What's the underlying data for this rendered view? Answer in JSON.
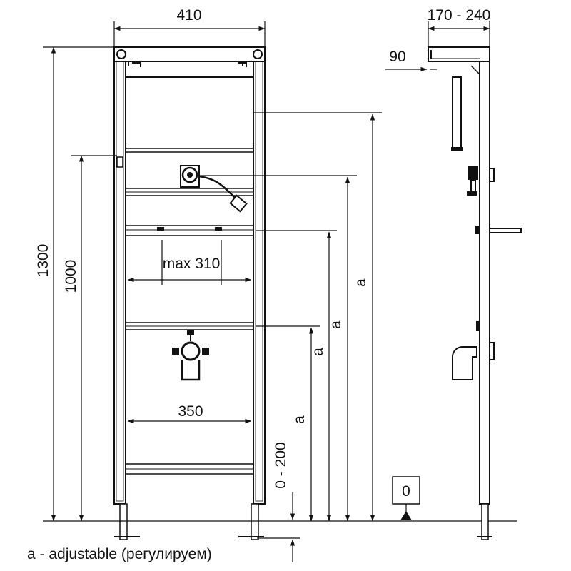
{
  "labels": {
    "frame_width": "410",
    "depth_range": "170 - 240",
    "depth_min": "90",
    "height_total": "1300",
    "height_1000": "1000",
    "max_spacing": "max 310",
    "drain_spacing": "350",
    "adjust_range": "0 - 200",
    "a1": "a",
    "a2": "a",
    "a3": "a",
    "a4": "a",
    "floor_level": "0",
    "legend": "a - adjustable (регулируем)"
  }
}
